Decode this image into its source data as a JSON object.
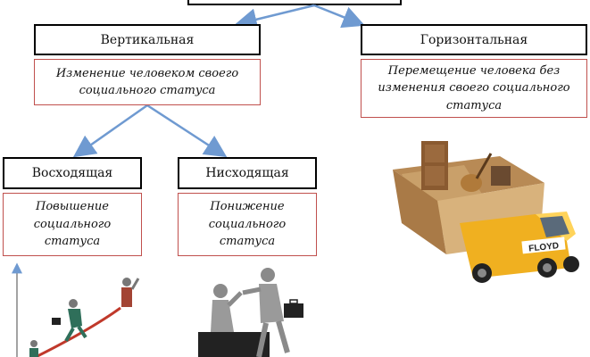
{
  "nodes": {
    "vertical": {
      "title": "Вертикальная",
      "description": "Изменение человеком своего социального статуса"
    },
    "horizontal": {
      "title": "Горизонтальная",
      "description": "Перемещение человека без изменения своего социального статуса"
    },
    "ascending": {
      "title": "Восходящая",
      "description": "Повышение социального статуса"
    },
    "descending": {
      "title": "Нисходящая",
      "description": "Понижение социального статуса"
    }
  },
  "truck_label": "FLOYD",
  "colors": {
    "arrow": "#6f9ad1",
    "desc_border": "#c0504d",
    "box_border": "#000000",
    "truck": "#f0b020",
    "cardboard": "#c9a06a",
    "figure": "#555555"
  },
  "icons": [
    "arrow-icon",
    "moving-truck-icon",
    "rising-career-figures-icon",
    "helping-hand-figures-icon"
  ]
}
